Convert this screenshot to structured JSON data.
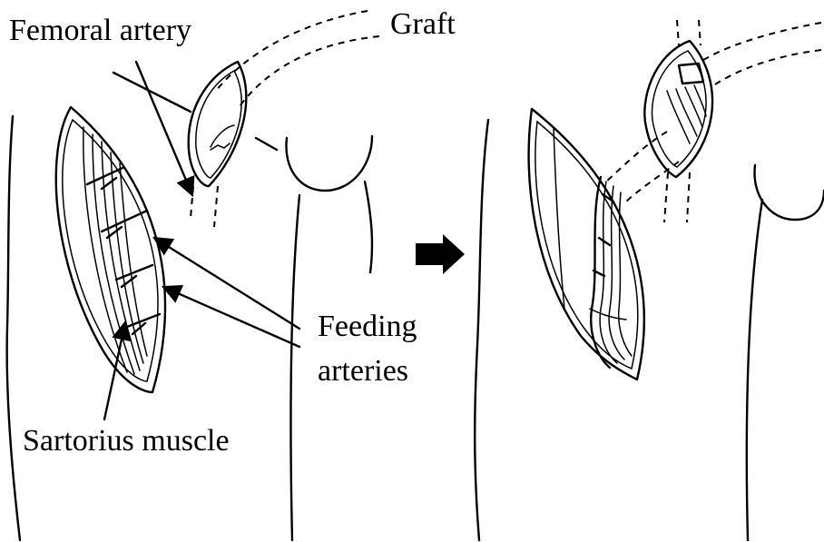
{
  "labels": {
    "femoral_artery": "Femoral artery",
    "graft": "Graft",
    "feeding": "Feeding",
    "arteries": "arteries",
    "sartorius_muscle": "Sartorius muscle"
  },
  "colors": {
    "ink": "#000000",
    "background": "#ffffff"
  },
  "icons": {
    "transition_arrow": "right-arrow-icon"
  }
}
